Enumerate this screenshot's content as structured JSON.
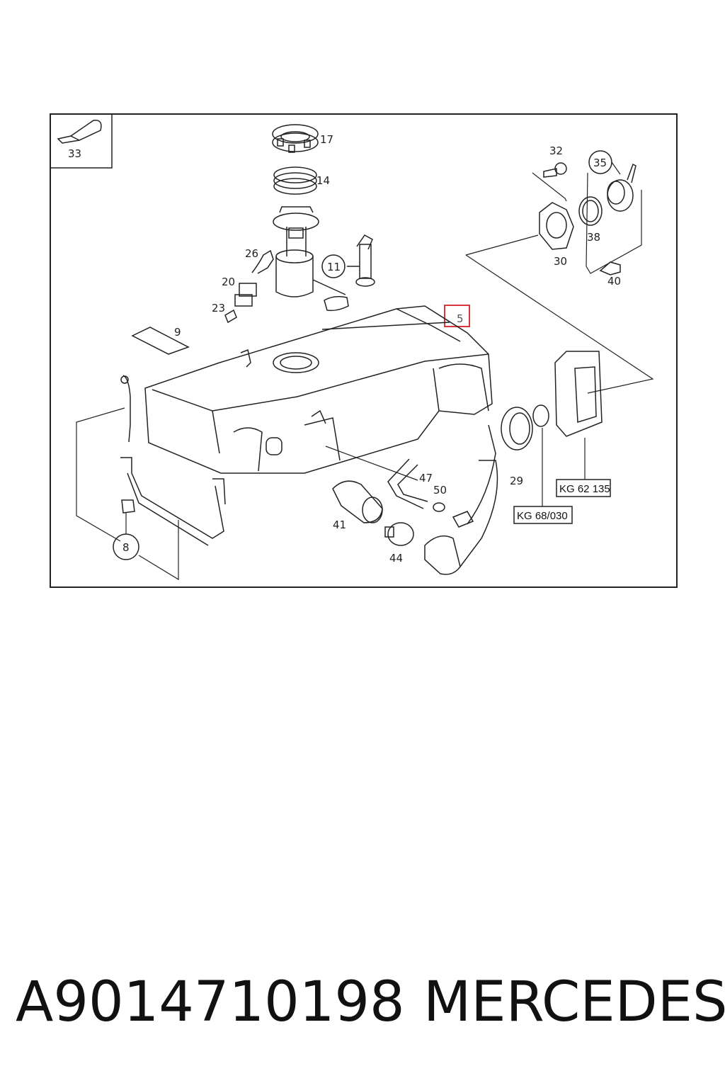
{
  "diagram": {
    "callouts": {
      "c33": "33",
      "c17": "17",
      "c14": "14",
      "c26": "26",
      "c11": "11",
      "c20": "20",
      "c23": "23",
      "c9": "9",
      "c5": "5",
      "c32": "32",
      "c35": "35",
      "c38": "38",
      "c30": "30",
      "c40": "40",
      "c47": "47",
      "c50": "50",
      "c29": "29",
      "c41": "41",
      "c44": "44",
      "c8": "8"
    },
    "references": {
      "kg1": "KG 62 135",
      "kg2": "KG 68/030"
    },
    "highlight_color": "#d9353c"
  },
  "footer": {
    "part_number": "A9014710198",
    "brand": "MERCEDES"
  }
}
